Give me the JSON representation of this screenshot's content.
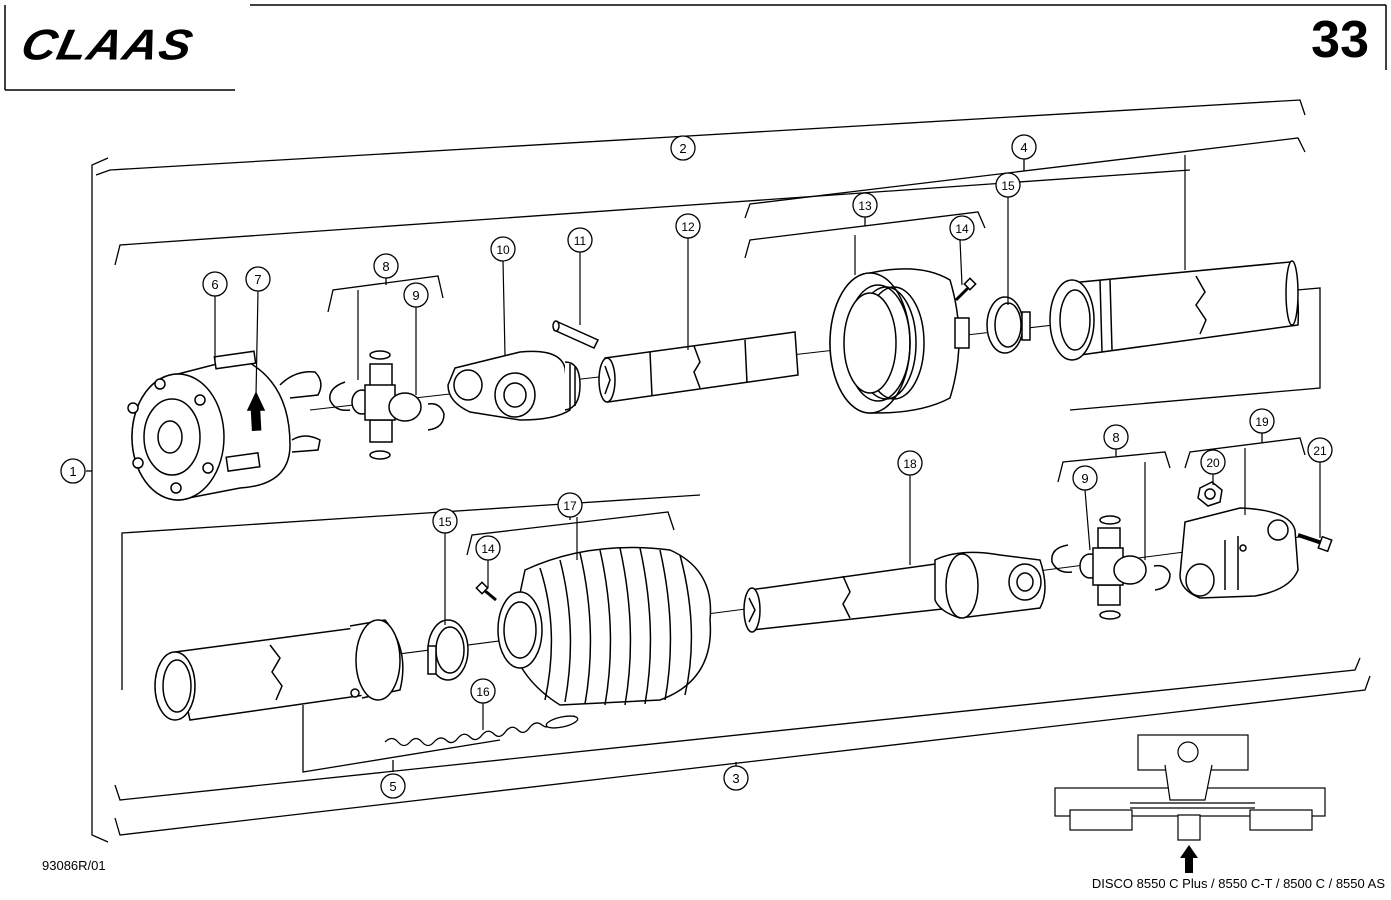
{
  "header": {
    "brand": "CLAAS",
    "page_number": "33"
  },
  "footer": {
    "drawing_number": "93086R/01",
    "models": "DISCO 8550 C Plus / 8550 C-T / 8500 C / 8550 AS"
  },
  "callouts": [
    {
      "id": "c1",
      "label": "1"
    },
    {
      "id": "c2",
      "label": "2"
    },
    {
      "id": "c3",
      "label": "3"
    },
    {
      "id": "c4",
      "label": "4"
    },
    {
      "id": "c5",
      "label": "5"
    },
    {
      "id": "c6",
      "label": "6"
    },
    {
      "id": "c7",
      "label": "7"
    },
    {
      "id": "c8a",
      "label": "8"
    },
    {
      "id": "c9a",
      "label": "9"
    },
    {
      "id": "c10",
      "label": "10"
    },
    {
      "id": "c11",
      "label": "11"
    },
    {
      "id": "c12",
      "label": "12"
    },
    {
      "id": "c13",
      "label": "13"
    },
    {
      "id": "c14a",
      "label": "14"
    },
    {
      "id": "c15a",
      "label": "15"
    },
    {
      "id": "c15b",
      "label": "15"
    },
    {
      "id": "c14b",
      "label": "14"
    },
    {
      "id": "c17",
      "label": "17"
    },
    {
      "id": "c16",
      "label": "16"
    },
    {
      "id": "c18",
      "label": "18"
    },
    {
      "id": "c8b",
      "label": "8"
    },
    {
      "id": "c9b",
      "label": "9"
    },
    {
      "id": "c19",
      "label": "19"
    },
    {
      "id": "c20",
      "label": "20"
    },
    {
      "id": "c21",
      "label": "21"
    }
  ]
}
